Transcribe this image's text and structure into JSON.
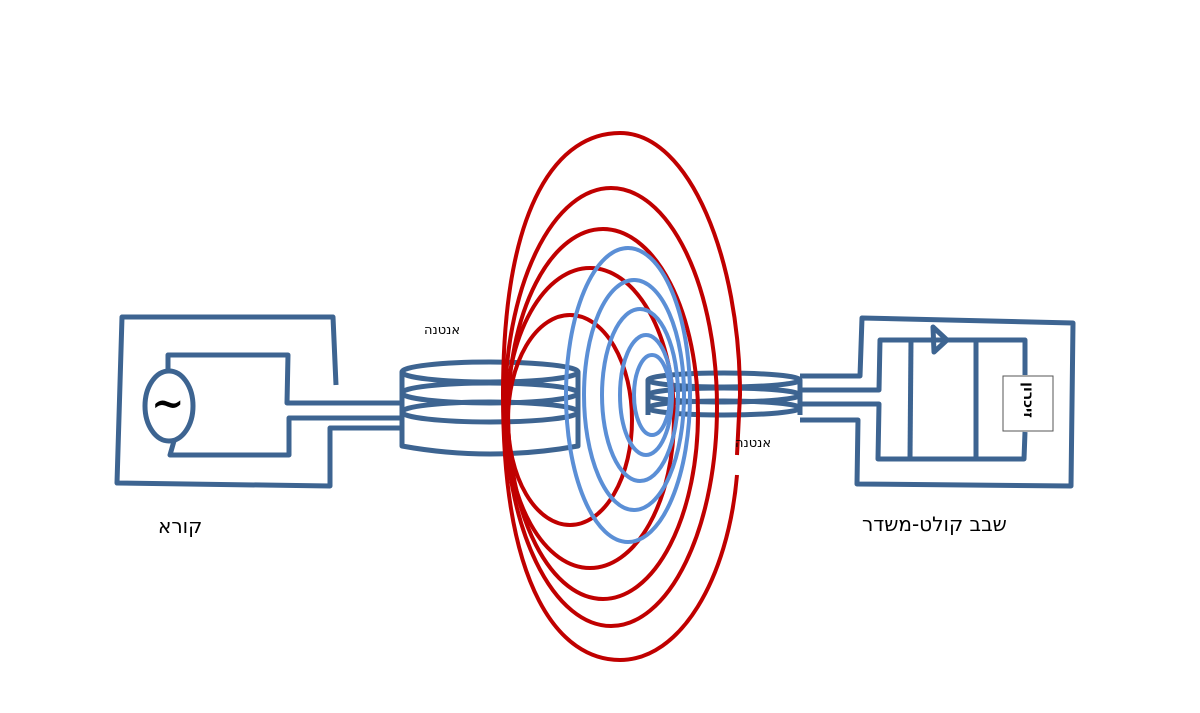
{
  "labels": {
    "reader": "קורא",
    "antenna_left": "אנטנה",
    "antenna_right": "אנטנה",
    "chip": "שבב קולט-משדר",
    "memory": "זיכרון",
    "ac_symbol": "~"
  },
  "colors": {
    "wire": "#3d6491",
    "field_outer": "#c00000",
    "field_inner": "#5b8fd6"
  }
}
